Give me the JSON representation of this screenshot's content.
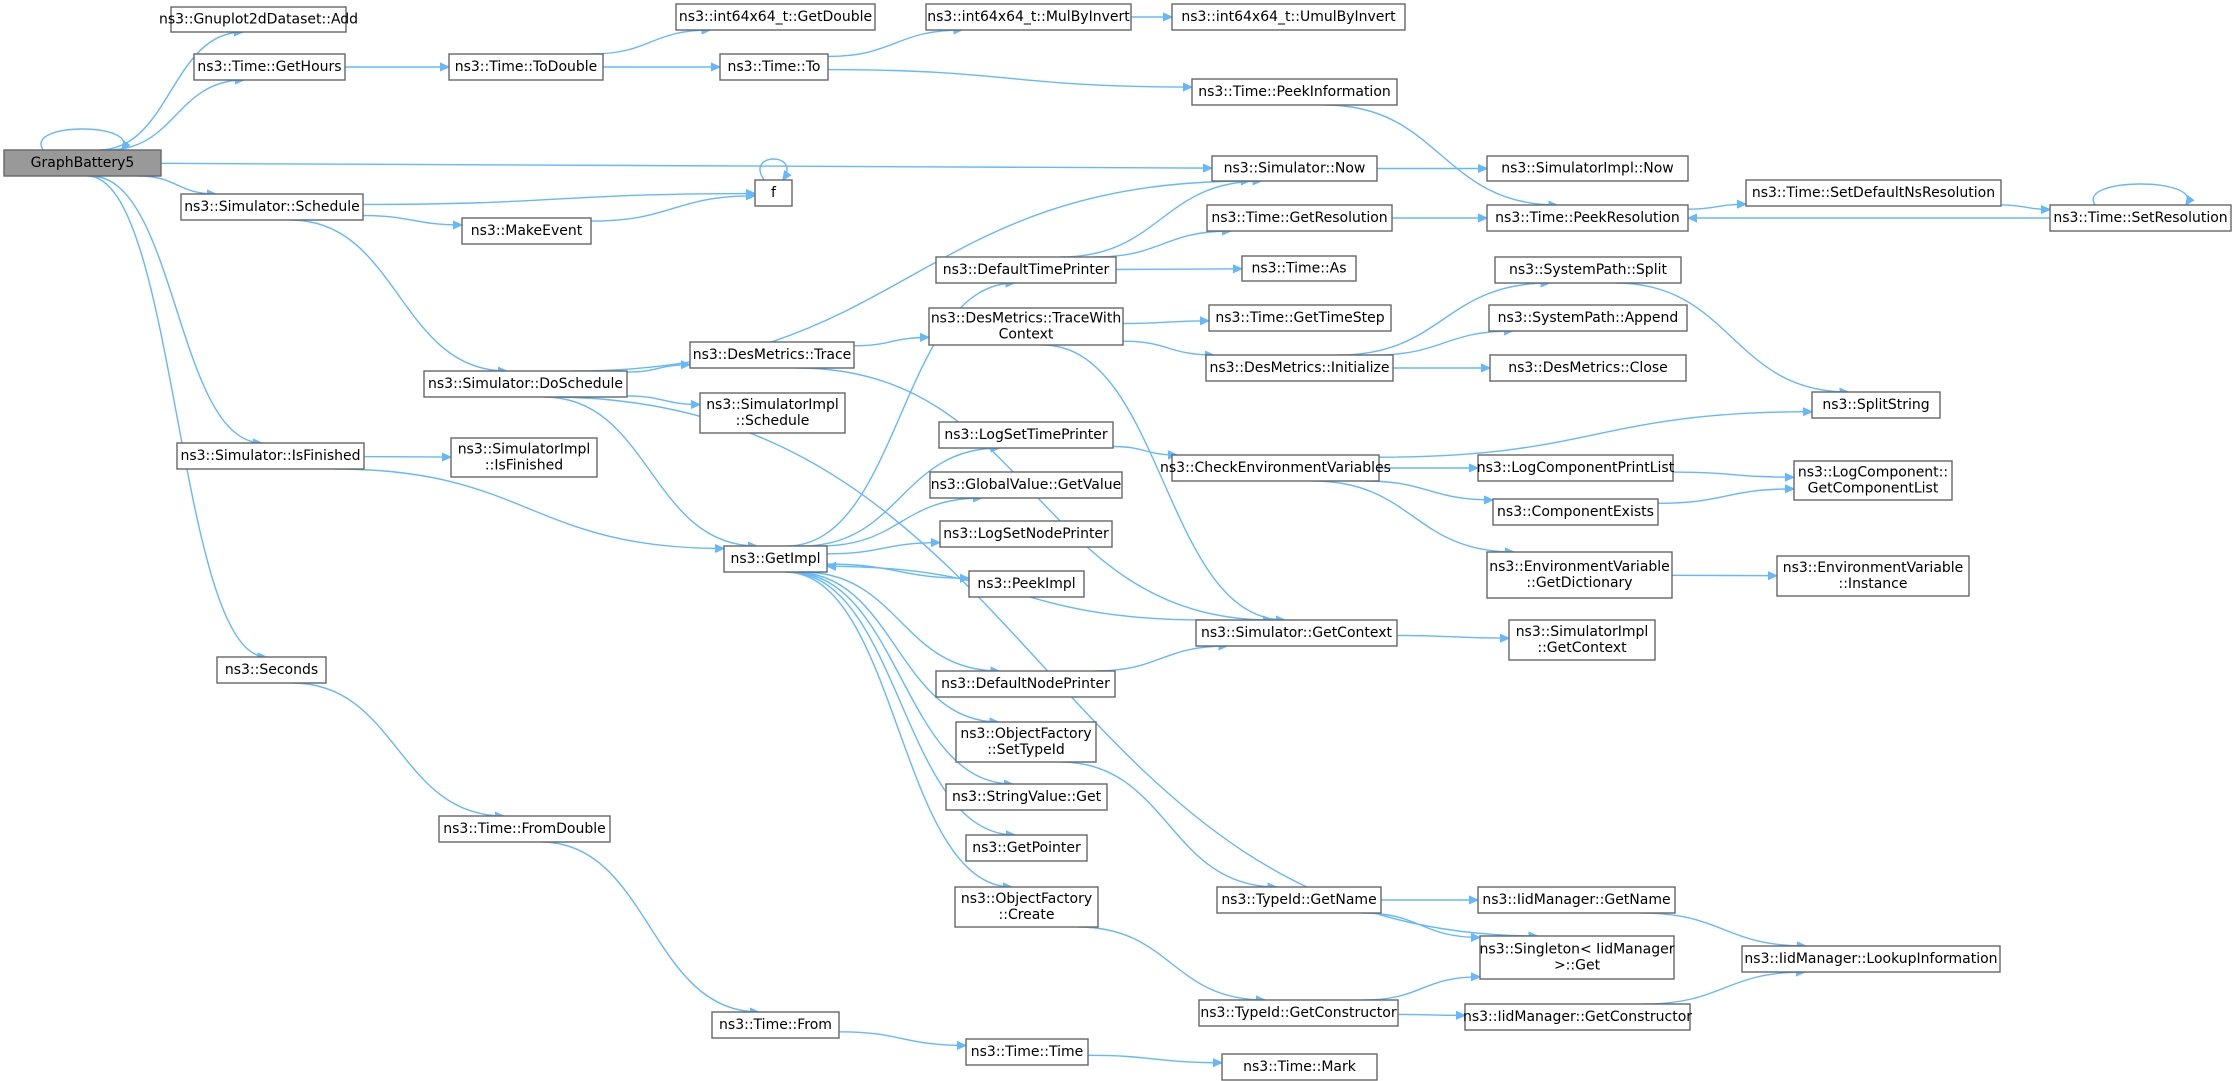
{
  "diagram": {
    "title": "",
    "nodes": [
      {
        "id": "root",
        "lines": [
          "GraphBattery5"
        ],
        "root": true
      },
      {
        "id": "gnuAdd",
        "lines": [
          "ns3::Gnuplot2dDataset::Add"
        ]
      },
      {
        "id": "getHours",
        "lines": [
          "ns3::Time::GetHours"
        ]
      },
      {
        "id": "toDouble",
        "lines": [
          "ns3::Time::ToDouble"
        ]
      },
      {
        "id": "getDouble",
        "lines": [
          "ns3::int64x64_t::GetDouble"
        ]
      },
      {
        "id": "timeTo",
        "lines": [
          "ns3::Time::To"
        ]
      },
      {
        "id": "mulByInvert",
        "lines": [
          "ns3::int64x64_t::MulByInvert"
        ]
      },
      {
        "id": "umulByInvert",
        "lines": [
          "ns3::int64x64_t::UmulByInvert"
        ]
      },
      {
        "id": "peekInfo",
        "lines": [
          "ns3::Time::PeekInformation"
        ]
      },
      {
        "id": "simNow",
        "lines": [
          "ns3::Simulator::Now"
        ]
      },
      {
        "id": "simImplNow",
        "lines": [
          "ns3::SimulatorImpl::Now"
        ]
      },
      {
        "id": "schedule",
        "lines": [
          "ns3::Simulator::Schedule"
        ]
      },
      {
        "id": "f",
        "lines": [
          "f"
        ]
      },
      {
        "id": "makeEvent",
        "lines": [
          "ns3::MakeEvent"
        ]
      },
      {
        "id": "peekRes",
        "lines": [
          "ns3::Time::PeekResolution"
        ]
      },
      {
        "id": "setDefNs",
        "lines": [
          "ns3::Time::SetDefaultNsResolution"
        ]
      },
      {
        "id": "setRes",
        "lines": [
          "ns3::Time::SetResolution"
        ]
      },
      {
        "id": "getRes",
        "lines": [
          "ns3::Time::GetResolution"
        ]
      },
      {
        "id": "defTimePrinter",
        "lines": [
          "ns3::DefaultTimePrinter"
        ]
      },
      {
        "id": "timeAs",
        "lines": [
          "ns3::Time::As"
        ]
      },
      {
        "id": "split",
        "lines": [
          "ns3::SystemPath::Split"
        ]
      },
      {
        "id": "traceCtx",
        "lines": [
          "ns3::DesMetrics::TraceWith",
          "Context"
        ]
      },
      {
        "id": "getTimeStep",
        "lines": [
          "ns3::Time::GetTimeStep"
        ]
      },
      {
        "id": "append",
        "lines": [
          "ns3::SystemPath::Append"
        ]
      },
      {
        "id": "desTrace",
        "lines": [
          "ns3::DesMetrics::Trace"
        ]
      },
      {
        "id": "desInit",
        "lines": [
          "ns3::DesMetrics::Initialize"
        ]
      },
      {
        "id": "desClose",
        "lines": [
          "ns3::DesMetrics::Close"
        ]
      },
      {
        "id": "doSchedule",
        "lines": [
          "ns3::Simulator::DoSchedule"
        ]
      },
      {
        "id": "simImplSchedule",
        "lines": [
          "ns3::SimulatorImpl",
          "::Schedule"
        ]
      },
      {
        "id": "splitString",
        "lines": [
          "ns3::SplitString"
        ]
      },
      {
        "id": "logSetTime",
        "lines": [
          "ns3::LogSetTimePrinter"
        ]
      },
      {
        "id": "isFinished",
        "lines": [
          "ns3::Simulator::IsFinished"
        ]
      },
      {
        "id": "implIsFinished",
        "lines": [
          "ns3::SimulatorImpl",
          "::IsFinished"
        ]
      },
      {
        "id": "checkEnv",
        "lines": [
          "ns3::CheckEnvironmentVariables"
        ]
      },
      {
        "id": "logCompPrint",
        "lines": [
          "ns3::LogComponentPrintList"
        ]
      },
      {
        "id": "getCompList",
        "lines": [
          "ns3::LogComponent::",
          "GetComponentList"
        ]
      },
      {
        "id": "globalGet",
        "lines": [
          "ns3::GlobalValue::GetValue"
        ]
      },
      {
        "id": "compExists",
        "lines": [
          "ns3::ComponentExists"
        ]
      },
      {
        "id": "getImpl",
        "lines": [
          "ns3::GetImpl"
        ]
      },
      {
        "id": "logSetNode",
        "lines": [
          "ns3::LogSetNodePrinter"
        ]
      },
      {
        "id": "envGetDict",
        "lines": [
          "ns3::EnvironmentVariable",
          "::GetDictionary"
        ]
      },
      {
        "id": "envInstance",
        "lines": [
          "ns3::EnvironmentVariable",
          "::Instance"
        ]
      },
      {
        "id": "peekImpl",
        "lines": [
          "ns3::PeekImpl"
        ]
      },
      {
        "id": "simGetCtx",
        "lines": [
          "ns3::Simulator::GetContext"
        ]
      },
      {
        "id": "implGetCtx",
        "lines": [
          "ns3::SimulatorImpl",
          "::GetContext"
        ]
      },
      {
        "id": "seconds",
        "lines": [
          "ns3::Seconds"
        ]
      },
      {
        "id": "defNodePrinter",
        "lines": [
          "ns3::DefaultNodePrinter"
        ]
      },
      {
        "id": "ofSetTypeId",
        "lines": [
          "ns3::ObjectFactory",
          "::SetTypeId"
        ]
      },
      {
        "id": "strGet",
        "lines": [
          "ns3::StringValue::Get"
        ]
      },
      {
        "id": "fromDouble",
        "lines": [
          "ns3::Time::FromDouble"
        ]
      },
      {
        "id": "getPointer",
        "lines": [
          "ns3::GetPointer"
        ]
      },
      {
        "id": "ofCreate",
        "lines": [
          "ns3::ObjectFactory",
          "::Create"
        ]
      },
      {
        "id": "typeGetName",
        "lines": [
          "ns3::TypeId::GetName"
        ]
      },
      {
        "id": "iidGetName",
        "lines": [
          "ns3::IidManager::GetName"
        ]
      },
      {
        "id": "singletonGet",
        "lines": [
          "ns3::Singleton< IidManager",
          ">::Get"
        ]
      },
      {
        "id": "lookupInfo",
        "lines": [
          "ns3::IidManager::LookupInformation"
        ]
      },
      {
        "id": "getCtor",
        "lines": [
          "ns3::TypeId::GetConstructor"
        ]
      },
      {
        "id": "iidGetCtor",
        "lines": [
          "ns3::IidManager::GetConstructor"
        ]
      },
      {
        "id": "timeFrom",
        "lines": [
          "ns3::Time::From"
        ]
      },
      {
        "id": "timeTime",
        "lines": [
          "ns3::Time::Time"
        ]
      },
      {
        "id": "timeMark",
        "lines": [
          "ns3::Time::Mark"
        ]
      }
    ],
    "edges": [
      [
        "root",
        "root"
      ],
      [
        "root",
        "gnuAdd"
      ],
      [
        "root",
        "getHours"
      ],
      [
        "root",
        "simNow"
      ],
      [
        "root",
        "schedule"
      ],
      [
        "root",
        "isFinished"
      ],
      [
        "root",
        "seconds"
      ],
      [
        "getHours",
        "toDouble"
      ],
      [
        "toDouble",
        "getDouble"
      ],
      [
        "toDouble",
        "timeTo"
      ],
      [
        "timeTo",
        "mulByInvert"
      ],
      [
        "mulByInvert",
        "umulByInvert"
      ],
      [
        "timeTo",
        "peekInfo"
      ],
      [
        "peekInfo",
        "peekRes"
      ],
      [
        "simNow",
        "simImplNow"
      ],
      [
        "schedule",
        "f"
      ],
      [
        "schedule",
        "makeEvent"
      ],
      [
        "schedule",
        "doSchedule"
      ],
      [
        "makeEvent",
        "f"
      ],
      [
        "f",
        "f"
      ],
      [
        "peekRes",
        "setDefNs"
      ],
      [
        "setDefNs",
        "setRes"
      ],
      [
        "setRes",
        "peekRes"
      ],
      [
        "setRes",
        "setRes"
      ],
      [
        "doSchedule",
        "simNow"
      ],
      [
        "doSchedule",
        "desTrace"
      ],
      [
        "doSchedule",
        "simImplSchedule"
      ],
      [
        "doSchedule",
        "getImpl"
      ],
      [
        "doSchedule",
        "singletonGet"
      ],
      [
        "desTrace",
        "traceCtx"
      ],
      [
        "desTrace",
        "simGetCtx"
      ],
      [
        "traceCtx",
        "getTimeStep"
      ],
      [
        "traceCtx",
        "desInit"
      ],
      [
        "traceCtx",
        "simGetCtx"
      ],
      [
        "desInit",
        "split"
      ],
      [
        "desInit",
        "append"
      ],
      [
        "desInit",
        "desClose"
      ],
      [
        "split",
        "splitString"
      ],
      [
        "isFinished",
        "implIsFinished"
      ],
      [
        "isFinished",
        "getImpl"
      ],
      [
        "getImpl",
        "defTimePrinter"
      ],
      [
        "getImpl",
        "logSetTime"
      ],
      [
        "getImpl",
        "globalGet"
      ],
      [
        "getImpl",
        "logSetNode"
      ],
      [
        "getImpl",
        "peekImpl"
      ],
      [
        "getImpl",
        "defNodePrinter"
      ],
      [
        "getImpl",
        "ofSetTypeId"
      ],
      [
        "getImpl",
        "strGet"
      ],
      [
        "getImpl",
        "getPointer"
      ],
      [
        "getImpl",
        "ofCreate"
      ],
      [
        "defTimePrinter",
        "simNow"
      ],
      [
        "defTimePrinter",
        "getRes"
      ],
      [
        "defTimePrinter",
        "timeAs"
      ],
      [
        "getRes",
        "peekRes"
      ],
      [
        "logSetTime",
        "checkEnv"
      ],
      [
        "checkEnv",
        "splitString"
      ],
      [
        "checkEnv",
        "logCompPrint"
      ],
      [
        "checkEnv",
        "compExists"
      ],
      [
        "checkEnv",
        "envGetDict"
      ],
      [
        "logCompPrint",
        "getCompList"
      ],
      [
        "compExists",
        "getCompList"
      ],
      [
        "envGetDict",
        "envInstance"
      ],
      [
        "simGetCtx",
        "getImpl"
      ],
      [
        "simGetCtx",
        "implGetCtx"
      ],
      [
        "defNodePrinter",
        "simGetCtx"
      ],
      [
        "ofSetTypeId",
        "typeGetName"
      ],
      [
        "typeGetName",
        "iidGetName"
      ],
      [
        "typeGetName",
        "singletonGet"
      ],
      [
        "iidGetName",
        "lookupInfo"
      ],
      [
        "ofCreate",
        "getCtor"
      ],
      [
        "getCtor",
        "singletonGet"
      ],
      [
        "getCtor",
        "iidGetCtor"
      ],
      [
        "iidGetCtor",
        "lookupInfo"
      ],
      [
        "seconds",
        "fromDouble"
      ],
      [
        "fromDouble",
        "timeFrom"
      ],
      [
        "timeFrom",
        "timeTime"
      ],
      [
        "timeTime",
        "timeMark"
      ]
    ]
  }
}
